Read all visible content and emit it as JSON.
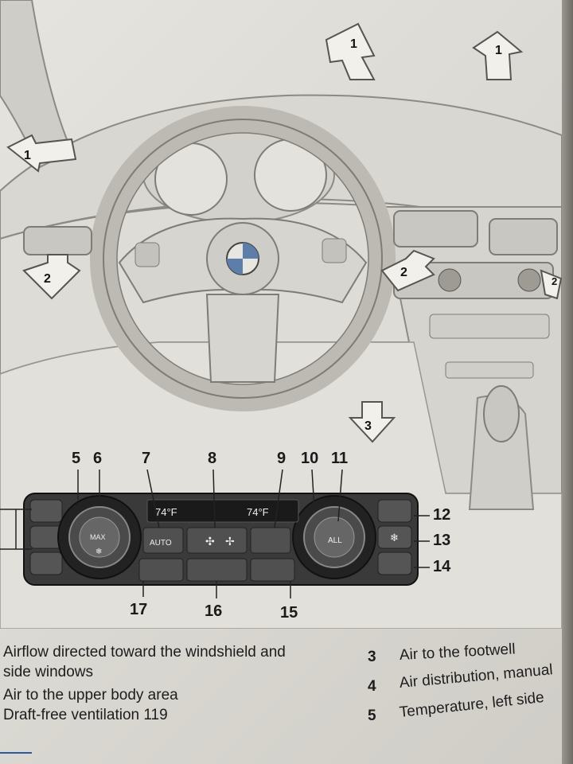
{
  "illustration": {
    "callouts": {
      "c1": "1",
      "c2": "2",
      "c3": "3",
      "c5": "5",
      "c6": "6",
      "c7": "7",
      "c8": "8",
      "c9": "9",
      "c10": "10",
      "c11": "11",
      "c12": "12",
      "c13": "13",
      "c14": "14",
      "c15": "15",
      "c16": "16",
      "c17": "17"
    },
    "panel": {
      "left_temp": "74°F",
      "right_temp": "74°F",
      "max_label": "MAX",
      "auto_label": "AUTO",
      "all_label": "ALL"
    }
  },
  "captions": {
    "item1_line1": "Airflow directed toward the windshield and",
    "item1_line2": "side windows",
    "item2_line1": "Air to the upper body area",
    "item2_line2": "Draft-free ventilation  119",
    "item3_num": "3",
    "item3_text": "Air to the footwell",
    "item4_num": "4",
    "item4_text": "Air distribution, manual",
    "item5_num": "5",
    "item5_text": "Temperature, left side"
  }
}
